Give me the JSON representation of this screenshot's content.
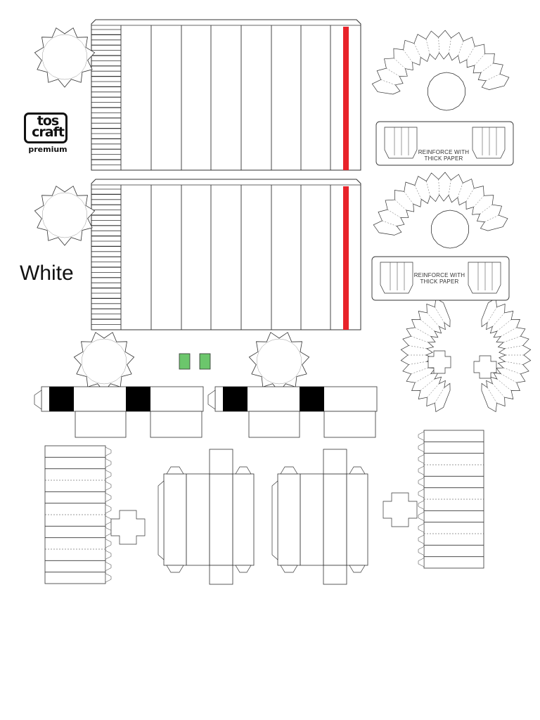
{
  "brand": {
    "logo_line1": "tos",
    "logo_line2": "craft",
    "logo_sub": "premium"
  },
  "color_label": "White",
  "notes": {
    "reinforce_1": "REINFORCE WITH THICK PAPER",
    "reinforce_2": "REINFORCE WITH THICK PAPER"
  },
  "colors": {
    "stripe": "#e8232a",
    "tab": "#6cc66c",
    "block": "#000000",
    "line": "#333333"
  }
}
